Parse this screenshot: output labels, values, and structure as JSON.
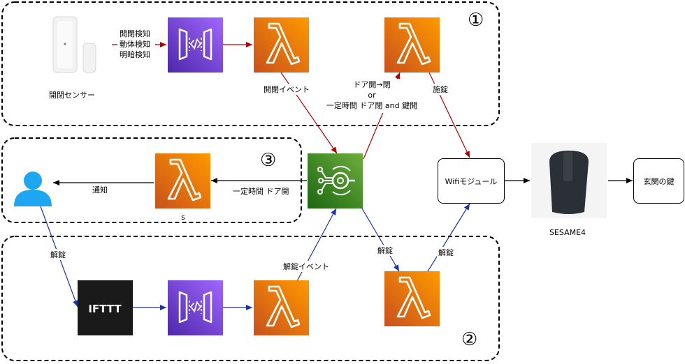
{
  "regions": {
    "one": "①",
    "two": "②",
    "three": "③"
  },
  "nodes": {
    "sensor": "開閉センサー",
    "wifi": "Wifiモジュール",
    "sesame": "SESAME4",
    "door_key": "玄関の鍵",
    "lambda_notify_caption": "s",
    "ifttt": "IFTTT"
  },
  "edges": {
    "sensor_events": [
      "開閉検知",
      "動体検知",
      "明暗検知"
    ],
    "open_close_event": "開閉イベント",
    "door_condition": [
      "ドア開→閉",
      "or",
      "一定時間 ドア閉 and 鍵開"
    ],
    "lock": "施錠",
    "notify": "通知",
    "door_open_timeout": "一定時間 ドア開",
    "unlock_user": "解錠",
    "unlock_event": "解錠イベント",
    "unlock_eb": "解錠",
    "unlock_wifi": "解錠"
  },
  "colors": {
    "lambda": "#ED7100",
    "api_gateway": "#6B3FD4",
    "eventbridge": "#3F8624",
    "user": "#1EA7F0",
    "arrow_red": "#B20000",
    "arrow_blue": "#1A33A6"
  }
}
